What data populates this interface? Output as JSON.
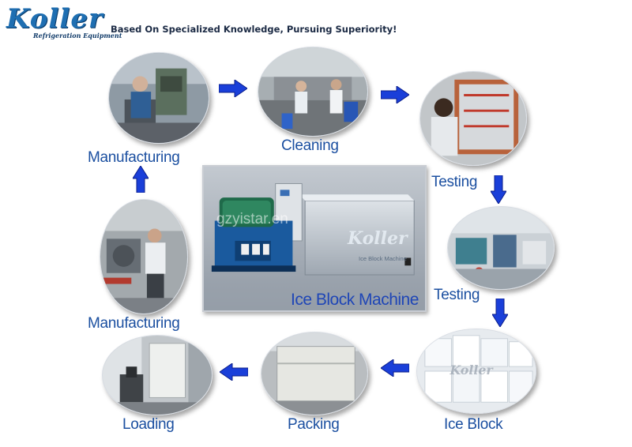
{
  "header": {
    "brand": "Koller",
    "brand_sub": "Refrigeration Equipment",
    "slogan": "Based On Specialized Knowledge, Pursuing Superiority!"
  },
  "steps": [
    {
      "label": "Manufacturing"
    },
    {
      "label": "Cleaning"
    },
    {
      "label": "Testing"
    },
    {
      "label": "Testing"
    },
    {
      "label": "Ice Block"
    },
    {
      "label": "Packing"
    },
    {
      "label": "Loading"
    },
    {
      "label": "Manufacturing"
    }
  ],
  "center": {
    "caption": "Ice Block Machine",
    "machine_label": "Ice Block Machine",
    "machine_logo": "Koller",
    "watermark": "gzyistar.en"
  },
  "photo_logo": "Koller",
  "colors": {
    "label_blue": "#1b4fa0",
    "arrow_blue": "#1a3fd9",
    "brand_blue": "#1f6fb2"
  }
}
